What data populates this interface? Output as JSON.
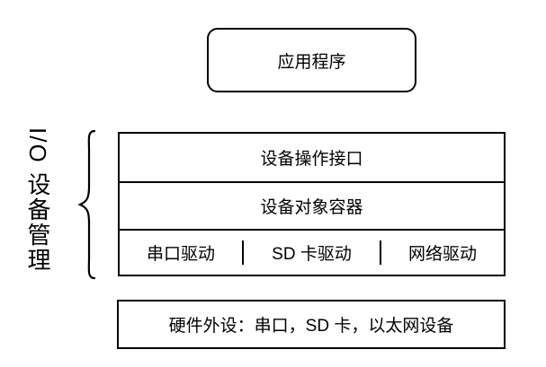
{
  "colors": {
    "border": "#000000",
    "background": "#ffffff",
    "text": "#000000"
  },
  "diagram": {
    "app_box": {
      "label": "应用程序"
    },
    "side_label": {
      "text": "I/O 设备管理"
    },
    "stack": {
      "layers": [
        {
          "label": "设备操作接口"
        },
        {
          "label": "设备对象容器"
        }
      ],
      "drivers": [
        {
          "label": "串口驱动"
        },
        {
          "label": "SD 卡驱动"
        },
        {
          "label": "网络驱动"
        }
      ]
    },
    "hardware_box": {
      "label": "硬件外设：串口，SD 卡，以太网设备"
    }
  }
}
